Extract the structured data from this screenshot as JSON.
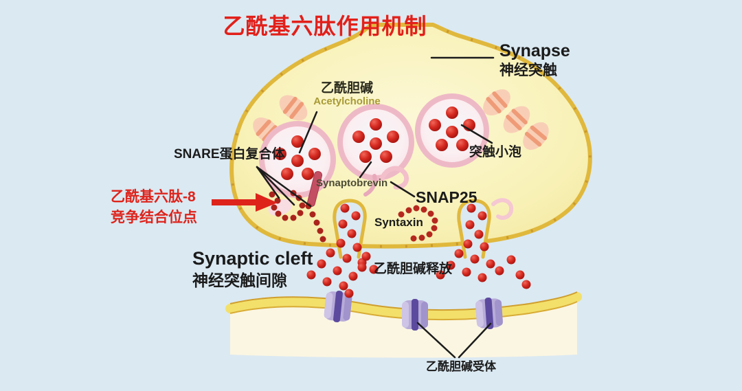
{
  "title": "乙酰基六肽作用机制",
  "labels": {
    "synapse_en": "Synapse",
    "synapse_zh": "神经突触",
    "acetylcholine_zh": "乙酰胆碱",
    "acetylcholine_en": "Acetylcholine",
    "snare_complex": "SNARE蛋白复合体",
    "peptide_line1": "乙酰基六肽-8",
    "peptide_line2": "竞争结合位点",
    "synaptobrevin": "Synaptobrevin",
    "snap25": "SNAP25",
    "syntaxin": "Syntaxin",
    "synaptic_vesicle": "突触小泡",
    "cleft_en": "Synaptic cleft",
    "cleft_zh": "神经突触间隙",
    "ach_release": "乙酰胆碱释放",
    "ach_receptor": "乙酰胆碱受体"
  },
  "colors": {
    "background": "#dbe9f2",
    "title_red": "#e2201a",
    "peptide_label_red": "#de231b",
    "terminal_fill": "#f8f1b6",
    "terminal_border": "#e0b83c",
    "vesicle_ring": "#eeb9c6",
    "neurotransmitter_dot": "#cc1f1a",
    "receptor_purple": "#5c4a9f",
    "receptor_body": "#b7abd8",
    "membrane_band": "#f2e06b",
    "postsynaptic_fill": "#fbf6e2",
    "channel_peach": "#f8cfb6",
    "acetylcholine_en_text": "#a89a34",
    "black_text": "#1b1b1b"
  }
}
